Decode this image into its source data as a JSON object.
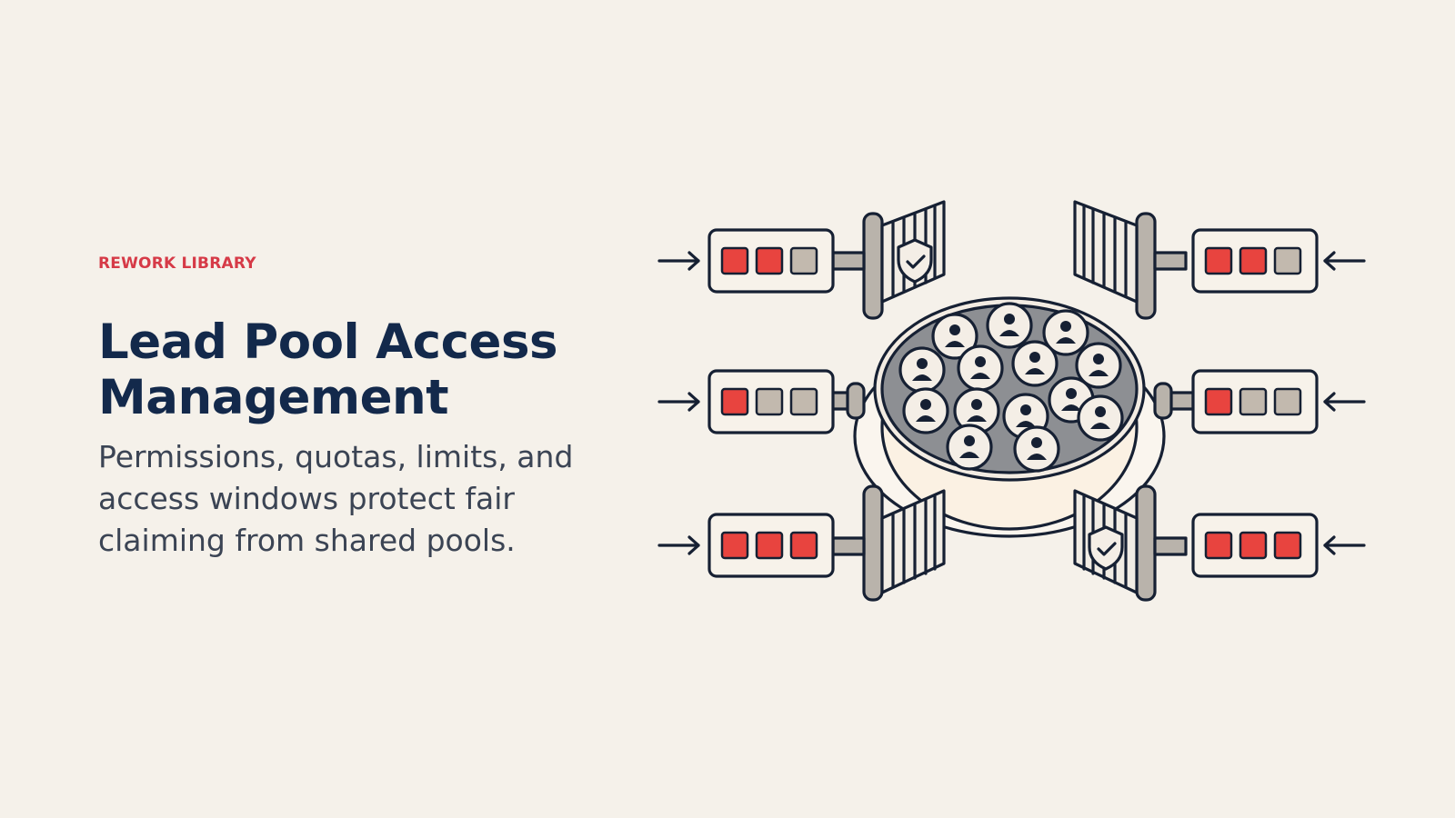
{
  "eyebrow": "REWORK LIBRARY",
  "title": "Lead Pool Access Management",
  "subtitle": "Permissions, quotas, limits, and access windows protect fair claiming from shared pools.",
  "illustration": {
    "pool_members": 14,
    "quota_rows": [
      {
        "side": "left",
        "filled": 2,
        "total": 3
      },
      {
        "side": "left",
        "filled": 1,
        "total": 3
      },
      {
        "side": "left",
        "filled": 3,
        "total": 3
      },
      {
        "side": "right",
        "filled": 2,
        "total": 3
      },
      {
        "side": "right",
        "filled": 1,
        "total": 3
      },
      {
        "side": "right",
        "filled": 3,
        "total": 3
      }
    ],
    "colors": {
      "accent": "#e8443f",
      "slot_empty": "#c2b9ae",
      "outline": "#162033",
      "background": "#f5f1ea"
    }
  }
}
